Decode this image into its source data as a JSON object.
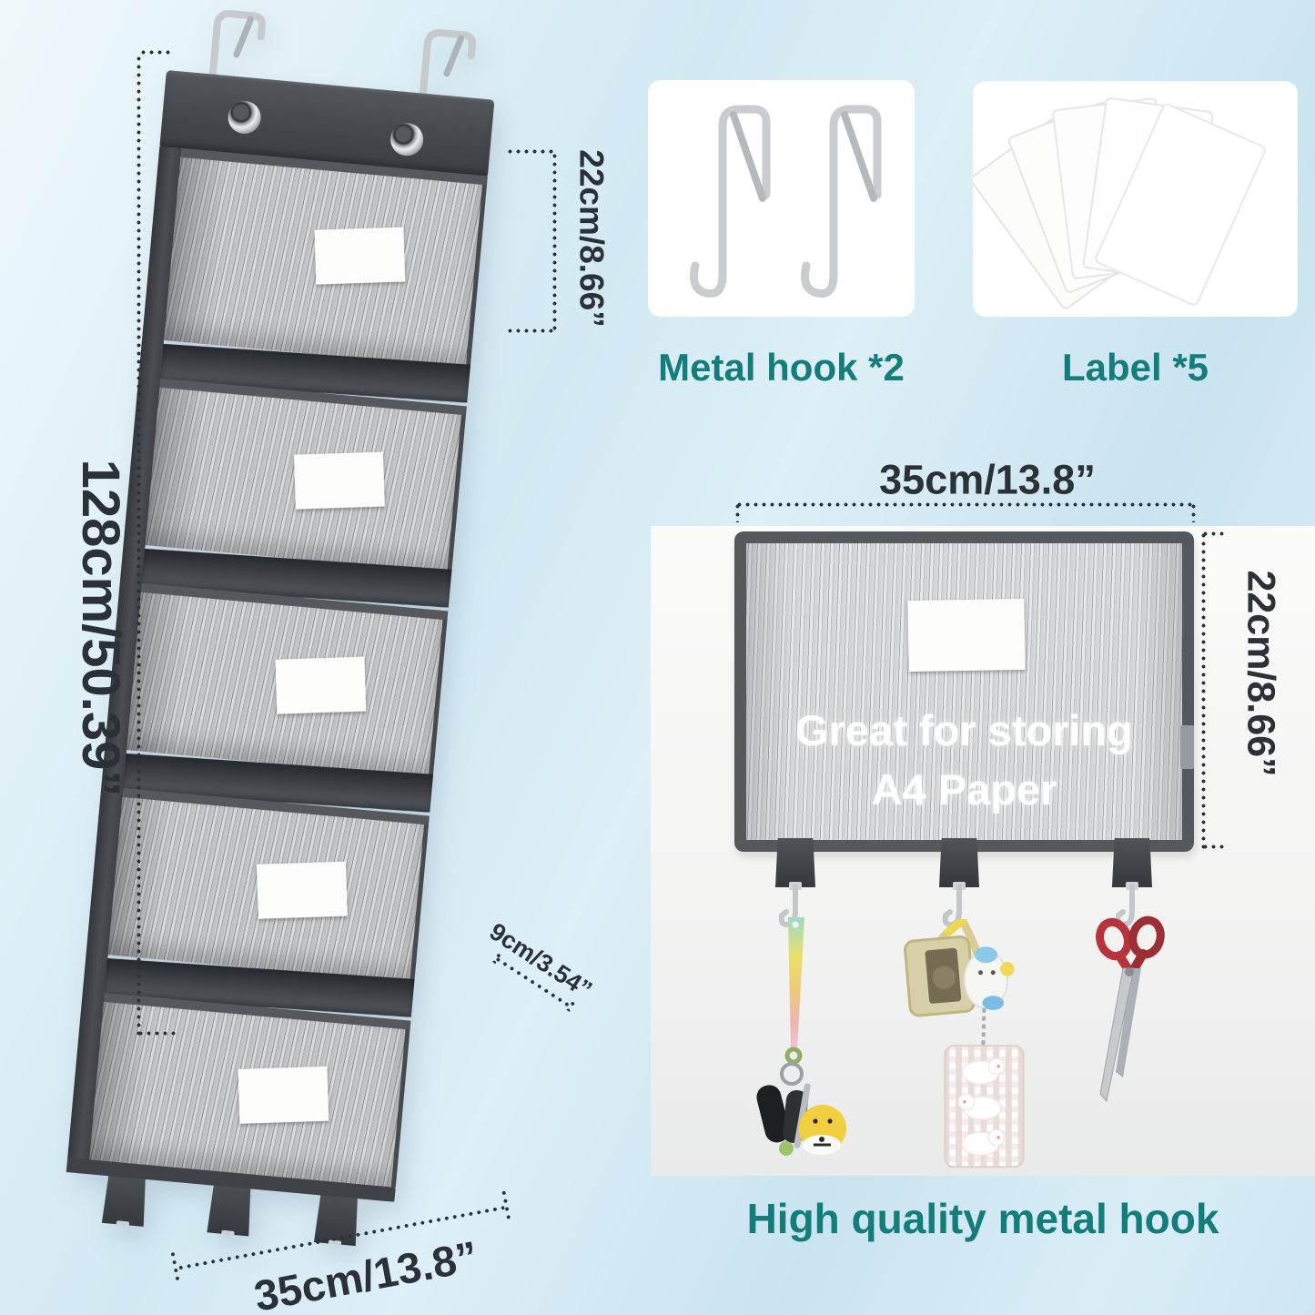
{
  "organizer": {
    "height_label": "128cm/50.39”",
    "pocket_height_label": "22cm/8.66”",
    "depth_label": "9cm/3.54”",
    "width_label": "35cm/13.8”",
    "pocket_count": 5,
    "door_hook_count": 2,
    "bottom_hook_count": 3
  },
  "kit": {
    "hooks_label": "Metal hook *2",
    "labels_label": "Label *5",
    "hook_count": 2,
    "label_count": 5
  },
  "panel": {
    "width_label": "35cm/13.8”",
    "height_label": "22cm/8.66”",
    "overlay_line1": "Great for storing",
    "overlay_line2": "A4 Paper",
    "caption": "High quality metal hook",
    "hook_count": 3
  },
  "colors": {
    "teal_text": "#147c7a",
    "dimension_text": "#2b3136",
    "background_blue": "#d2e9f3",
    "fabric_dark": "#45484d",
    "fabric_stripe": "#b5b8ba",
    "photo_background": "#f4f4f3",
    "scissors_red": "#b8343c",
    "bell_yellow": "#f2cf3e"
  }
}
